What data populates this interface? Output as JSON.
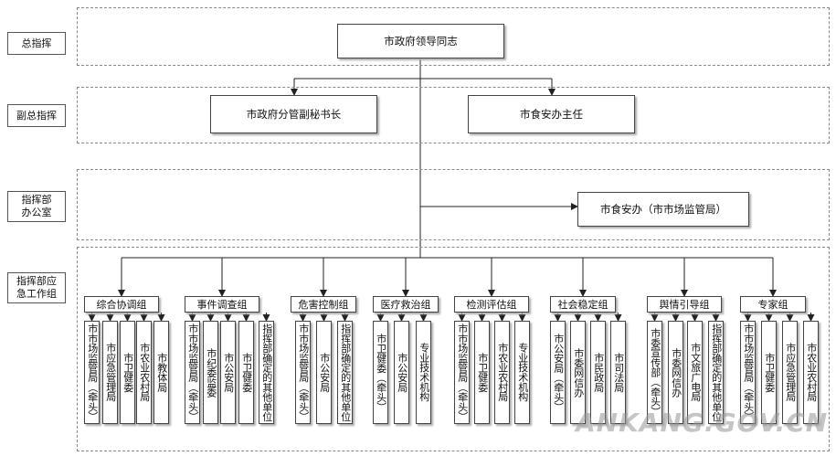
{
  "levels": [
    {
      "label": "总指挥"
    },
    {
      "label": "副总指挥"
    },
    {
      "label": "指挥部\n办公室"
    },
    {
      "label": "指挥部应\n急工作组"
    }
  ],
  "leader": "市政府领导同志",
  "deputies": [
    "市政府分管副秘书长",
    "市食安办主任"
  ],
  "office": "市食安办（市市场监管局）",
  "groups": [
    {
      "name": "综合协调组",
      "members": [
        "市市场监管局（牵头）",
        "市应急管理局",
        "市卫健委",
        "市农业农村局",
        "市教体局"
      ]
    },
    {
      "name": "事件调查组",
      "members": [
        "市市场监管局（牵头）",
        "市纪委监委",
        "市公安局",
        "市卫健委",
        "指挥部确定的其他单位"
      ]
    },
    {
      "name": "危害控制组",
      "members": [
        "市市场监管局（牵头）",
        "市公安局",
        "指挥部确定的其他单位"
      ]
    },
    {
      "name": "医疗救治组",
      "members": [
        "市卫健委（牵头）",
        "市公安局",
        "专业技术机构"
      ]
    },
    {
      "name": "检测评估组",
      "members": [
        "市市场监管局（牵头）",
        "市卫健委",
        "市农业农村局",
        "专业技术机构"
      ]
    },
    {
      "name": "社会稳定组",
      "members": [
        "市公安局（牵头）",
        "市委网信办",
        "市民政局",
        "市司法局"
      ]
    },
    {
      "name": "舆情引导组",
      "members": [
        "市委宣传部（牵头）",
        "市委网信办",
        "市文旅广电局",
        "指挥部确定的其他单位"
      ]
    },
    {
      "name": "专家组",
      "members": [
        "市市场监管局（牵头）",
        "市卫健委",
        "市应急管理局",
        "市农业农村局"
      ]
    }
  ],
  "watermark": "ANKANG.GOV.CN"
}
